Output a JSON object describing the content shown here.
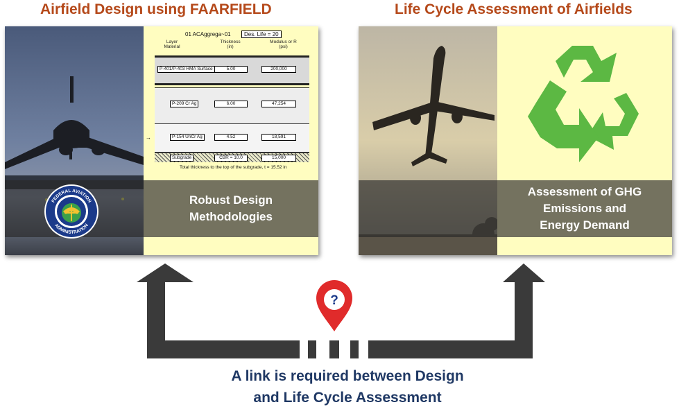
{
  "left": {
    "heading": "Airfield Design using FAARFIELD",
    "caption": [
      "Robust Design",
      "Methodologies"
    ],
    "faarfield": {
      "title": "01   ACAggrega~01",
      "design_life": "Des. Life = 20",
      "col_headers": [
        "Layer\nMaterial",
        "Thickness\n(in)",
        "Modulus or R\n(psi)"
      ],
      "layers": [
        {
          "material": "P-401/P-403 HMA Surface",
          "thickness": "5.00",
          "modulus": "200,000"
        },
        {
          "material": "P-209 Cr Ag",
          "thickness": "6.00",
          "modulus": "47,254"
        },
        {
          "material": "P-154 UnCr Ag",
          "thickness": "4.52",
          "modulus": "18,591"
        },
        {
          "material": "Subgrade",
          "thickness": "CBR = 10.0",
          "modulus": "15,000"
        }
      ],
      "total": "Total thickness to the top of the subgrade, t = 15.52 in"
    },
    "seal": {
      "top_text": "FEDERAL AVIATION",
      "bottom_text": "ADMINISTRATION"
    }
  },
  "right": {
    "heading": "Life Cycle Assessment of Airfields",
    "caption": [
      "Assessment of GHG",
      "Emissions and",
      "Energy Demand"
    ]
  },
  "pin_symbol": "?",
  "bottom_text": [
    "A link is required between Design",
    "and Life Cycle Assessment"
  ],
  "colors": {
    "heading": "#b5491a",
    "bottom_text": "#1f3864",
    "connector": "#3a3a3a",
    "pin": "#e02b2b",
    "recycle": "#5cb843"
  },
  "icons": [
    "faa-seal-icon",
    "recycle-icon",
    "location-pin-icon",
    "airplane-icon"
  ]
}
